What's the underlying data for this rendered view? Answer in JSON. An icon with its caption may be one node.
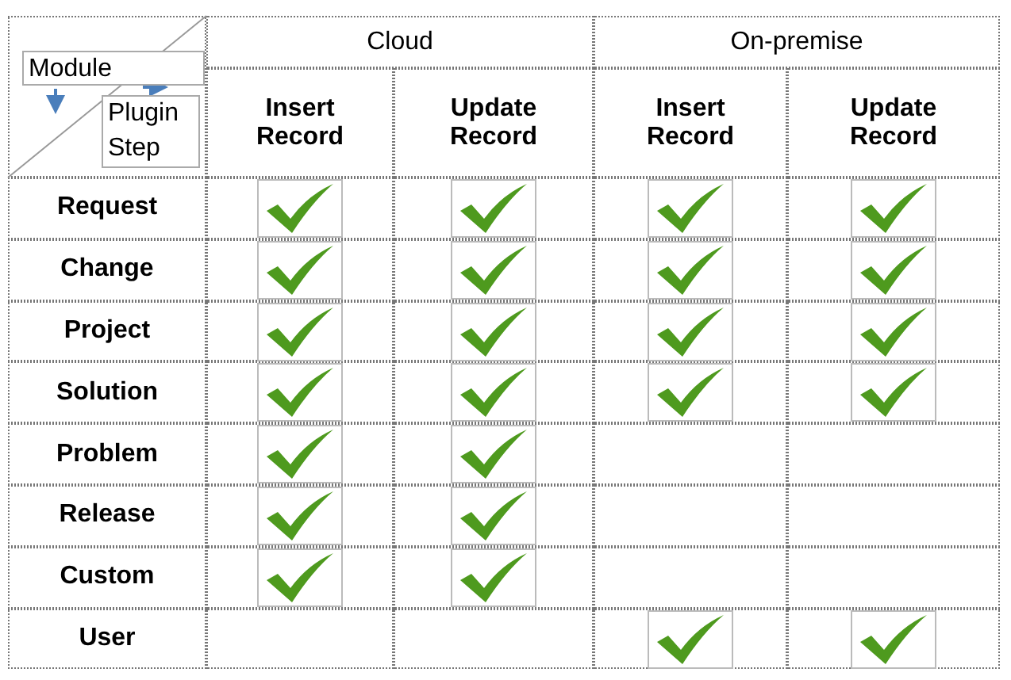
{
  "diagram": {
    "nodes": [
      {
        "text": [
          "Module"
        ]
      },
      {
        "text": [
          "Plugin Step"
        ]
      }
    ],
    "labels": [
      "Cloud",
      "On-premise",
      "Insert Record",
      "Update Record",
      "Insert Record",
      "Update Record",
      "Request",
      "Change",
      "Project",
      "Solution",
      "Problem",
      "Release",
      "Custom",
      "User"
    ]
  }
}
